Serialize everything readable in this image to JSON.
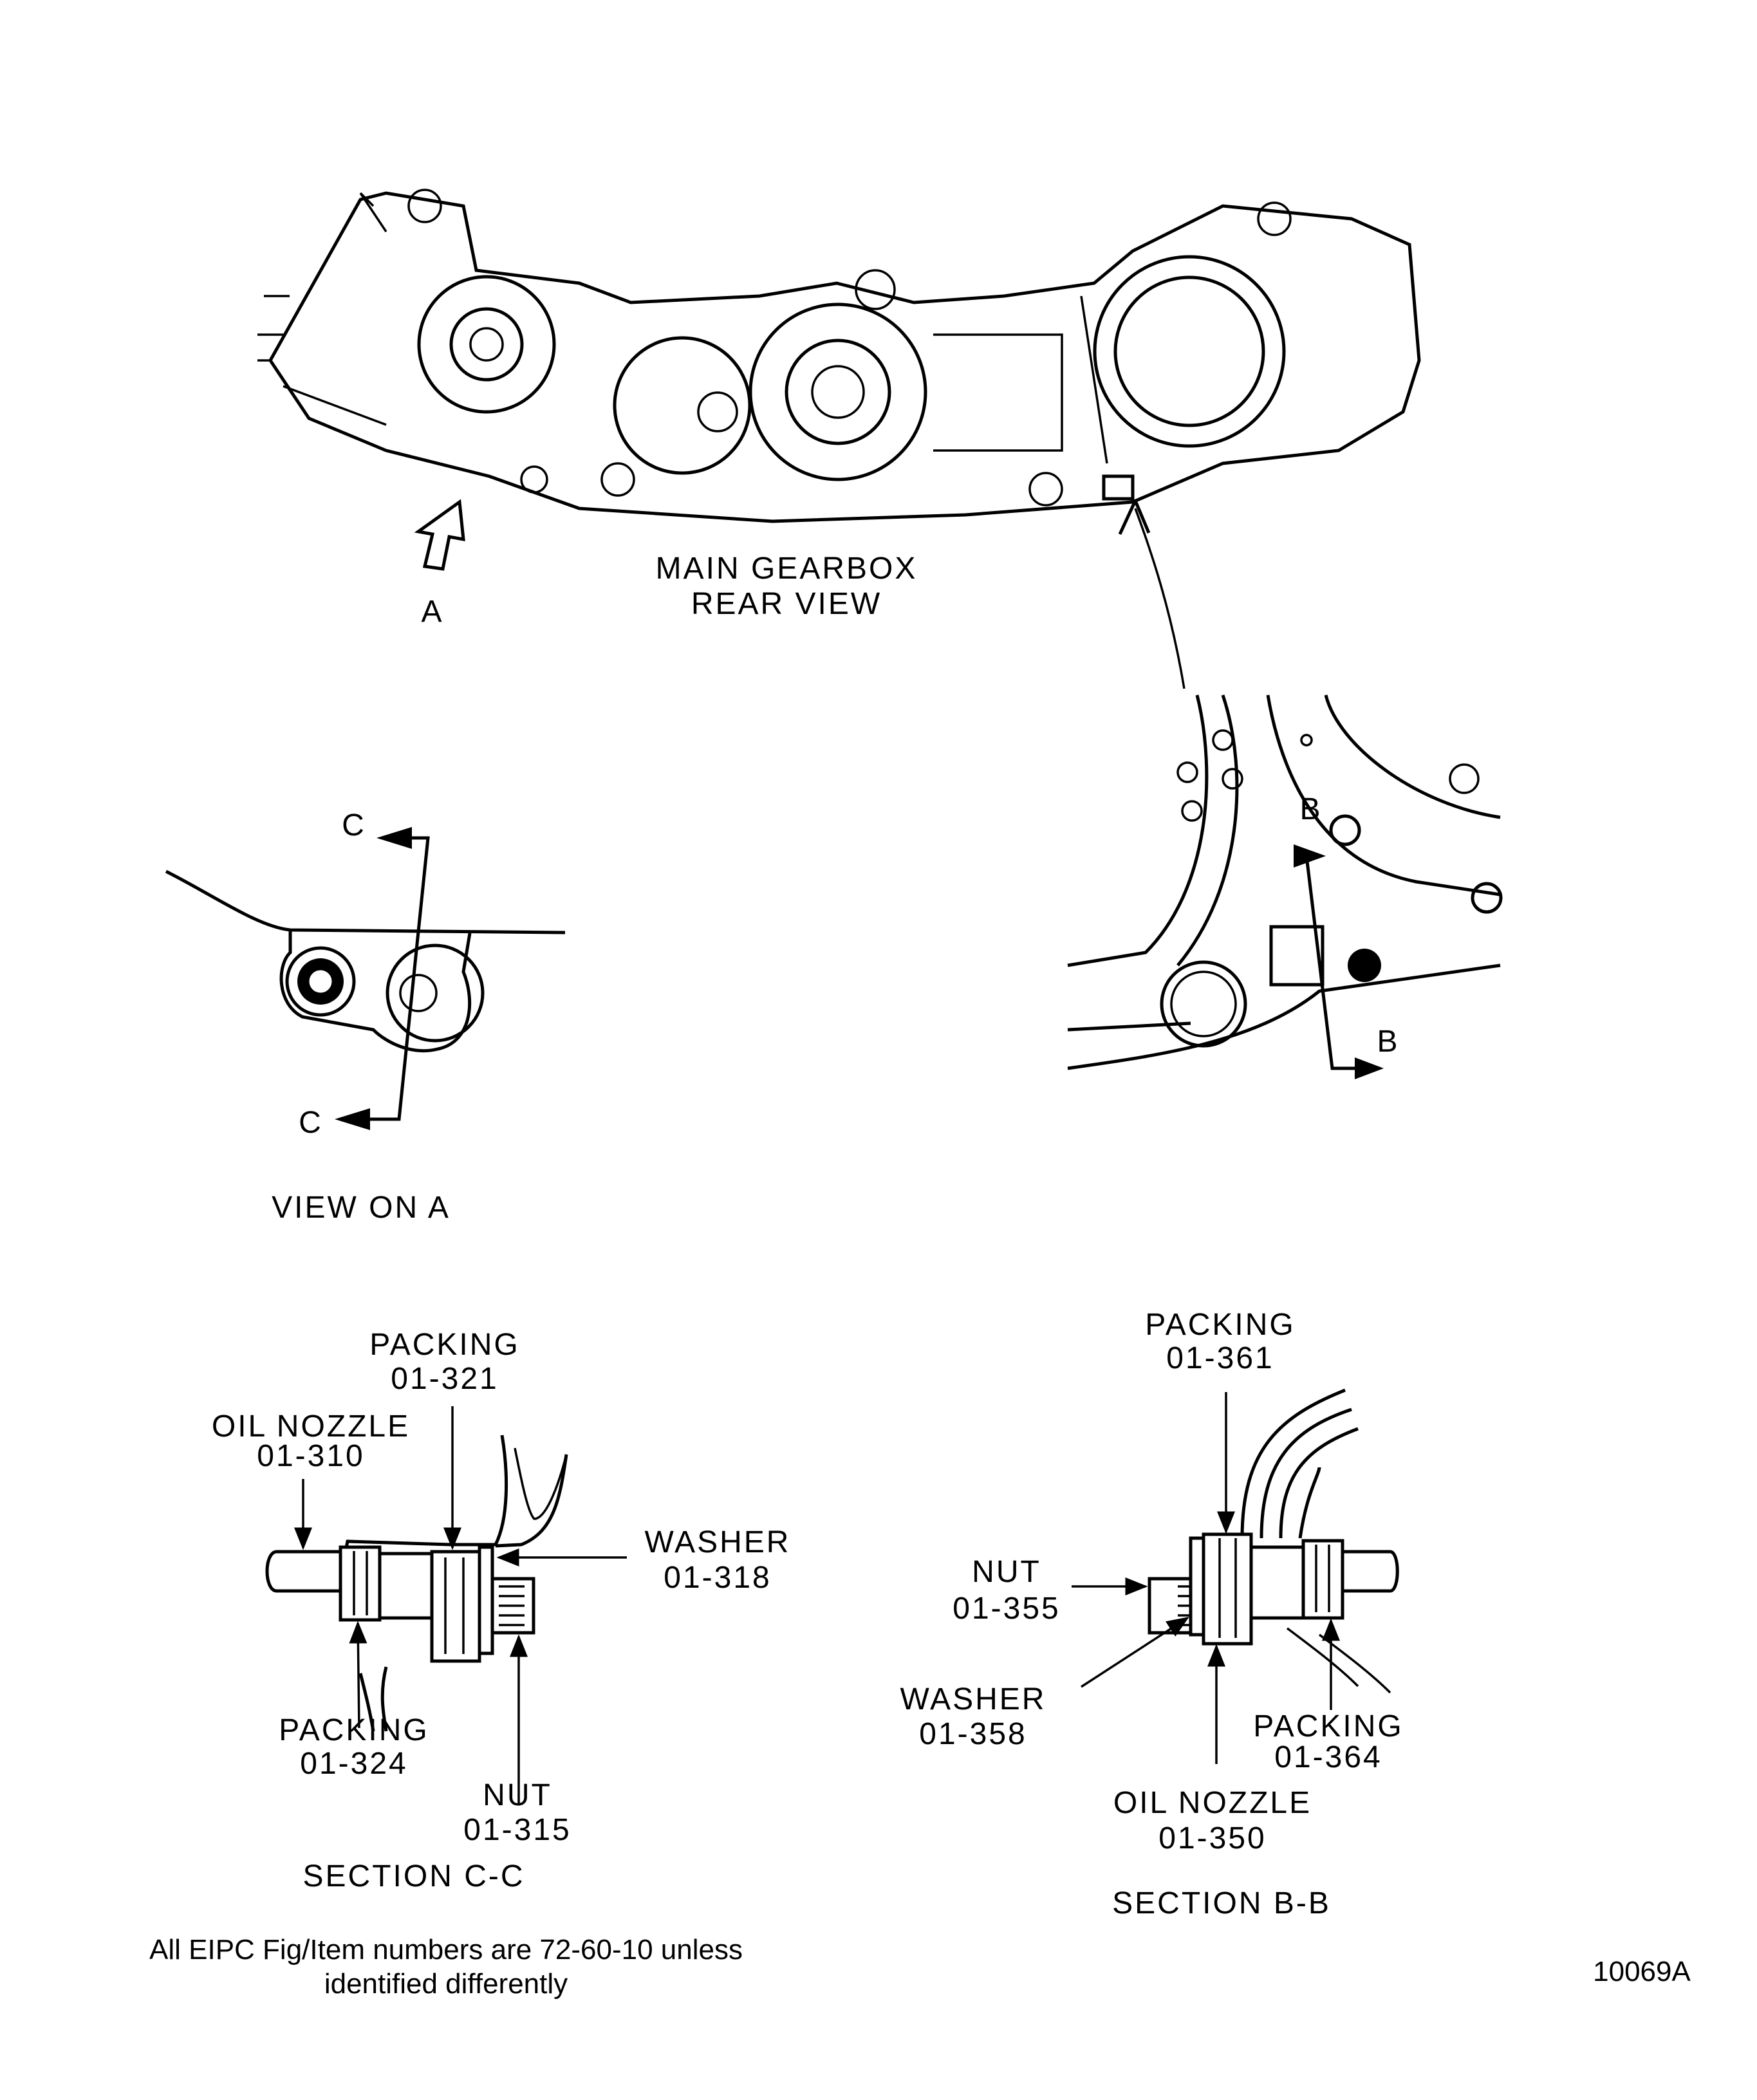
{
  "main_view": {
    "title_line1": "MAIN GEARBOX",
    "title_line2": "REAR VIEW",
    "arrow_a_label": "A"
  },
  "view_a": {
    "section_mark_top": "C",
    "section_mark_bottom": "C",
    "caption": "VIEW ON A"
  },
  "detail_b": {
    "section_mark_top": "B",
    "section_mark_bottom": "B"
  },
  "section_cc": {
    "caption": "SECTION C-C",
    "callouts": [
      {
        "name": "PACKING",
        "item": "01-321"
      },
      {
        "name": "OIL NOZZLE",
        "item": "01-310"
      },
      {
        "name": "WASHER",
        "item": "01-318"
      },
      {
        "name": "PACKING",
        "item": "01-324"
      },
      {
        "name": "NUT",
        "item": "01-315"
      }
    ]
  },
  "section_bb": {
    "caption": "SECTION B-B",
    "callouts": [
      {
        "name": "PACKING",
        "item": "01-361"
      },
      {
        "name": "NUT",
        "item": "01-355"
      },
      {
        "name": "WASHER",
        "item": "01-358"
      },
      {
        "name": "PACKING",
        "item": "01-364"
      },
      {
        "name": "OIL NOZZLE",
        "item": "01-350"
      }
    ]
  },
  "footnote": {
    "line1": "All EIPC Fig/Item numbers are 72-60-10 unless",
    "line2": "identified differently"
  },
  "figure_number": "10069A"
}
